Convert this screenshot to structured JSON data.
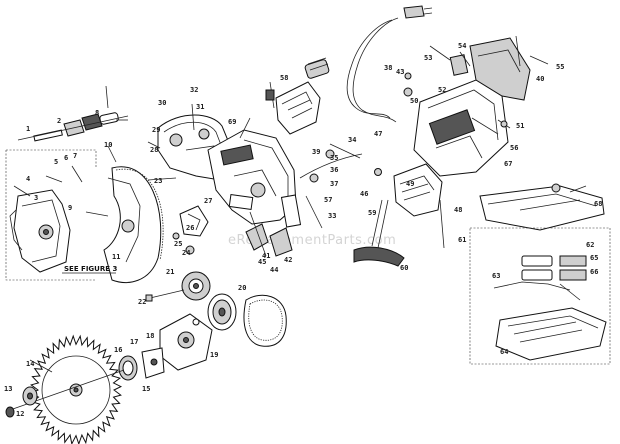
{
  "diagram": {
    "see_figure_label": "SEE FIGURE 3",
    "watermark": "eReplacementParts.com",
    "callouts": [
      {
        "id": "c1",
        "text": "1"
      },
      {
        "id": "c2",
        "text": "2"
      },
      {
        "id": "c3",
        "text": "3"
      },
      {
        "id": "c4",
        "text": "4"
      },
      {
        "id": "c5",
        "text": "5"
      },
      {
        "id": "c6",
        "text": "6"
      },
      {
        "id": "c7",
        "text": "7"
      },
      {
        "id": "c8",
        "text": "8"
      },
      {
        "id": "c9",
        "text": "9"
      },
      {
        "id": "c10",
        "text": "10"
      },
      {
        "id": "c11",
        "text": "11"
      },
      {
        "id": "c12",
        "text": "12"
      },
      {
        "id": "c13",
        "text": "13"
      },
      {
        "id": "c14",
        "text": "14"
      },
      {
        "id": "c15",
        "text": "15"
      },
      {
        "id": "c16",
        "text": "16"
      },
      {
        "id": "c17",
        "text": "17"
      },
      {
        "id": "c18",
        "text": "18"
      },
      {
        "id": "c19",
        "text": "19"
      },
      {
        "id": "c20",
        "text": "20"
      },
      {
        "id": "c21",
        "text": "21"
      },
      {
        "id": "c22",
        "text": "22"
      },
      {
        "id": "c23",
        "text": "23"
      },
      {
        "id": "c24",
        "text": "24"
      },
      {
        "id": "c25",
        "text": "25"
      },
      {
        "id": "c26",
        "text": "26"
      },
      {
        "id": "c27",
        "text": "27"
      },
      {
        "id": "c28",
        "text": "28"
      },
      {
        "id": "c29",
        "text": "29"
      },
      {
        "id": "c30",
        "text": "30"
      },
      {
        "id": "c31",
        "text": "31"
      },
      {
        "id": "c32",
        "text": "32"
      },
      {
        "id": "c33",
        "text": "33"
      },
      {
        "id": "c34",
        "text": "34"
      },
      {
        "id": "c35",
        "text": "35"
      },
      {
        "id": "c36",
        "text": "36"
      },
      {
        "id": "c37",
        "text": "37"
      },
      {
        "id": "c38",
        "text": "38"
      },
      {
        "id": "c39",
        "text": "39"
      },
      {
        "id": "c40",
        "text": "40"
      },
      {
        "id": "c41",
        "text": "41"
      },
      {
        "id": "c42",
        "text": "42"
      },
      {
        "id": "c43",
        "text": "43"
      },
      {
        "id": "c44",
        "text": "44"
      },
      {
        "id": "c45",
        "text": "45"
      },
      {
        "id": "c46",
        "text": "46"
      },
      {
        "id": "c47",
        "text": "47"
      },
      {
        "id": "c48",
        "text": "48"
      },
      {
        "id": "c49",
        "text": "49"
      },
      {
        "id": "c50",
        "text": "50"
      },
      {
        "id": "c51",
        "text": "51"
      },
      {
        "id": "c52",
        "text": "52"
      },
      {
        "id": "c53",
        "text": "53"
      },
      {
        "id": "c54",
        "text": "54"
      },
      {
        "id": "c55",
        "text": "55"
      },
      {
        "id": "c56",
        "text": "56"
      },
      {
        "id": "c57",
        "text": "57"
      },
      {
        "id": "c58",
        "text": "58"
      },
      {
        "id": "c59",
        "text": "59"
      },
      {
        "id": "c60",
        "text": "60"
      },
      {
        "id": "c61",
        "text": "61"
      },
      {
        "id": "c62",
        "text": "62"
      },
      {
        "id": "c63",
        "text": "63"
      },
      {
        "id": "c64",
        "text": "64"
      },
      {
        "id": "c65",
        "text": "65"
      },
      {
        "id": "c66",
        "text": "66"
      },
      {
        "id": "c67",
        "text": "67"
      },
      {
        "id": "c68",
        "text": "68"
      },
      {
        "id": "c69",
        "text": "69"
      }
    ]
  }
}
